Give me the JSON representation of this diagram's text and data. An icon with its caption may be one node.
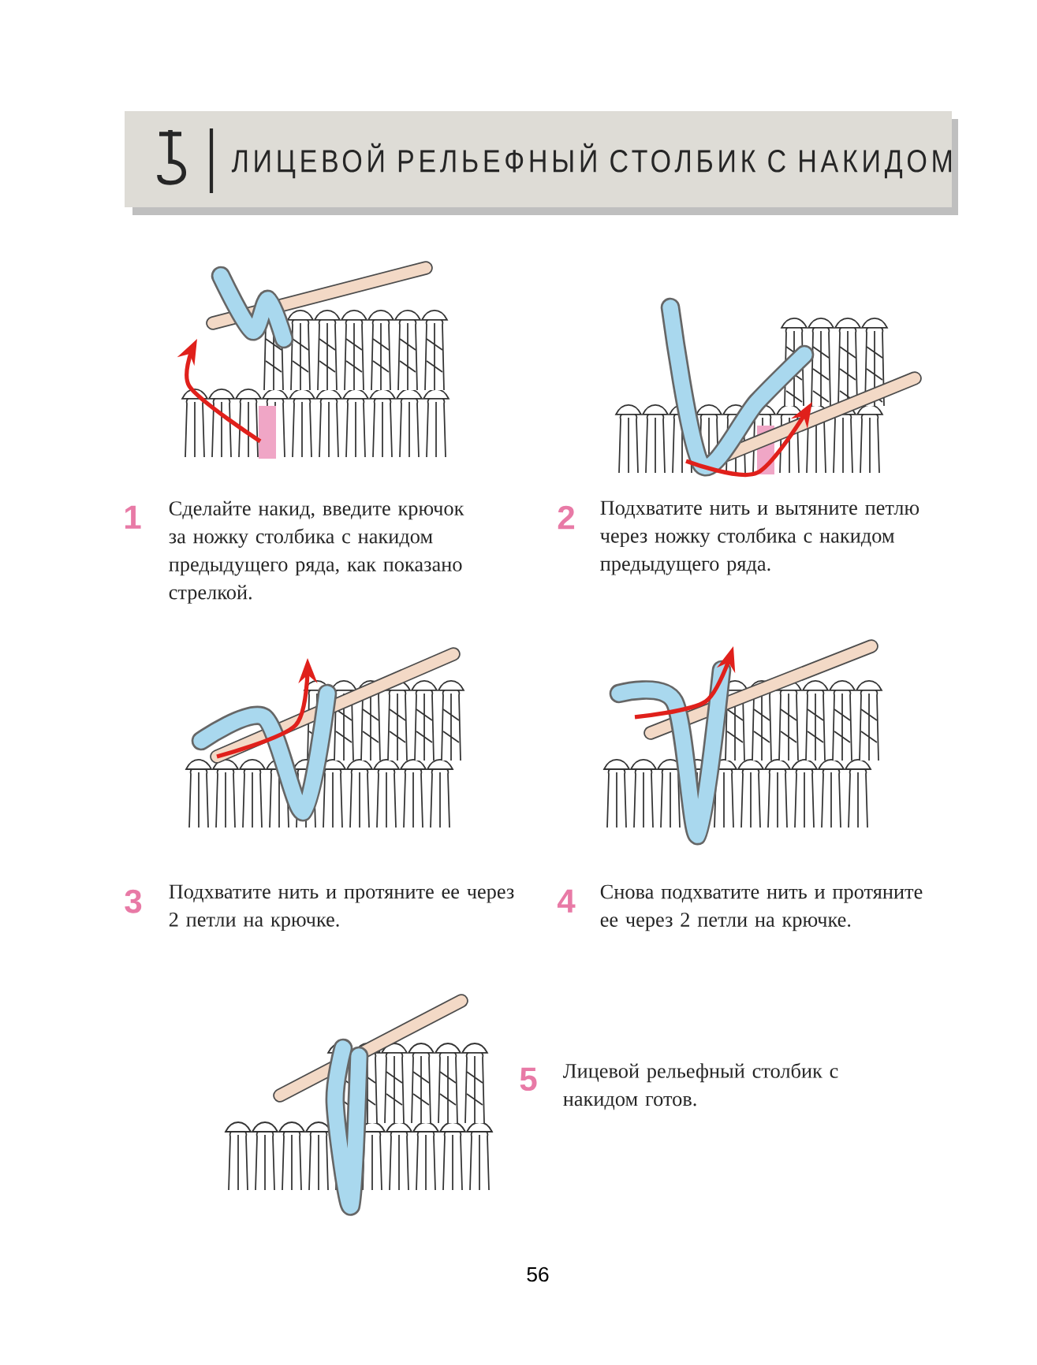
{
  "diagram": {
    "title": "ЛИЦЕВОЙ РЕЛЬЕФНЫЙ СТОЛБИК С НАКИДОМ",
    "labels": [
      "1",
      "Сделайте накид, введите крючок за ножку столбика с накидом предыдущего ряда, как показано стрелкой.",
      "2",
      "Подхватите нить и вытяните петлю через ножку столбика с накидом предыдущего ряда.",
      "3",
      "Подхватите нить и протяните ее через 2 петли на крючке.",
      "4",
      "Снова подхватите нить и протяните ее через 2 петли на крючке.",
      "5",
      "Лицевой рельефный столбик с накидом готов.",
      "56"
    ]
  }
}
